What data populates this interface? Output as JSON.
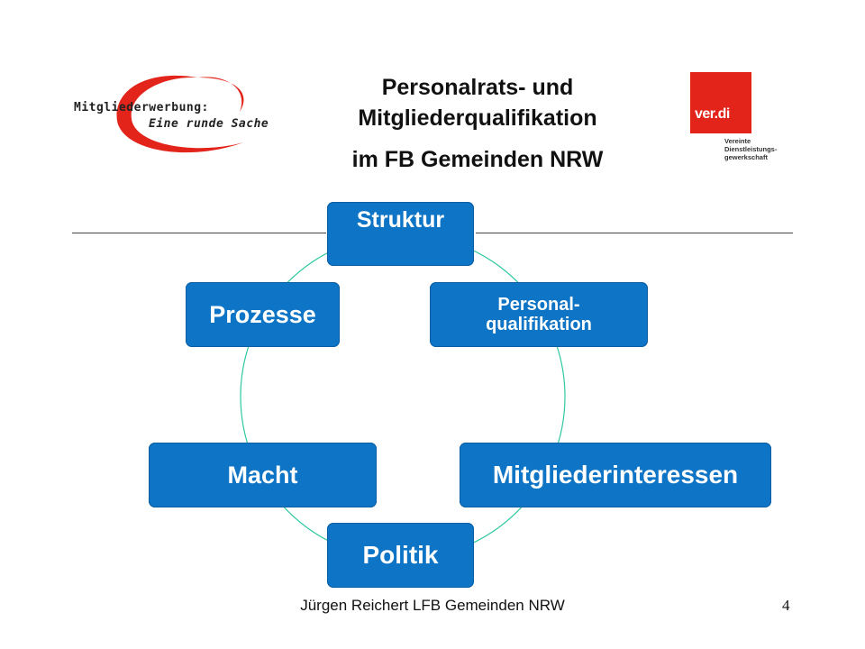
{
  "title": {
    "line1": "Personalrats- und",
    "line2": "Mitgliederqualifikation",
    "line3": "im FB Gemeinden NRW"
  },
  "logo_left": {
    "line1": "Mitgliederwerbung:",
    "line2": "Eine runde Sache"
  },
  "logo_right": {
    "brand": "ver.di",
    "sub": [
      "Vereinte",
      "Dienstleistungs-",
      "gewerkschaft"
    ]
  },
  "cycle": {
    "nodes": {
      "struktur": "Struktur",
      "personal_line1": "Personal-",
      "personal_line2": "qualifikation",
      "prozesse": "Prozesse",
      "macht": "Macht",
      "mitglieder": "Mitgliederinteressen",
      "politik": "Politik"
    },
    "node_color": "#0e74c6",
    "ring_color": "#2fc8a0"
  },
  "footer": {
    "text": "Jürgen Reichert LFB Gemeinden NRW",
    "page": "4"
  }
}
